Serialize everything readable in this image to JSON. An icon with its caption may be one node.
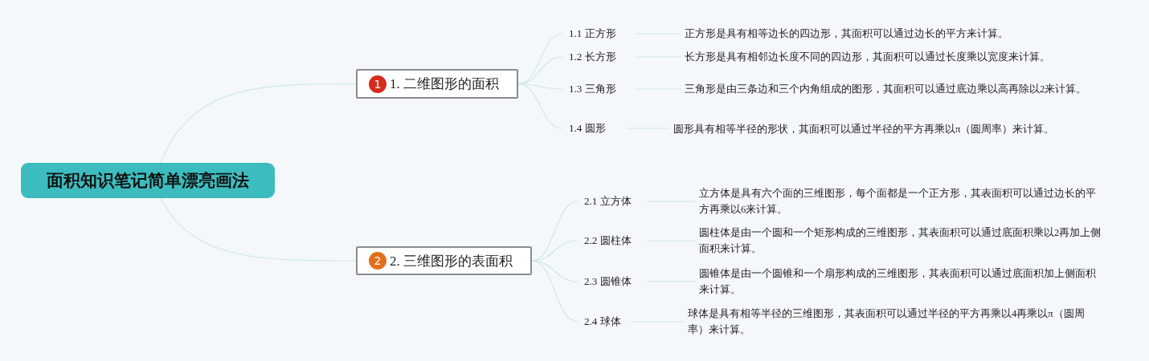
{
  "diagram": {
    "nodes": [
      {
        "text": [
          "面积知识笔记简单漂亮画法"
        ]
      },
      {
        "text": [
          "1",
          "1. 二维图形的面积"
        ]
      },
      {
        "text": [
          "1.1 正方形"
        ]
      },
      {
        "text": [
          "正方形是具有相等边长的四边形，其面积可以通过边长的平方来计算。"
        ]
      },
      {
        "text": [
          "1.2 长方形"
        ]
      },
      {
        "text": [
          "长方形是具有相邻边长度不同的四边形，其面积可以通过长度乘以宽度来计算。"
        ]
      },
      {
        "text": [
          "1.3 三角形"
        ]
      },
      {
        "text": [
          "三角形是由三条边和三个内角组成的图形，其面积可以通过底边乘以高再除以2来计算。"
        ]
      },
      {
        "text": [
          "1.4 圆形"
        ]
      },
      {
        "text": [
          "圆形具有相等半径的形状，其面积可以通过半径的平方再乘以π（圆周率）来计算。"
        ]
      },
      {
        "text": [
          "2",
          "2. 三维图形的表面积"
        ]
      },
      {
        "text": [
          "2.1 立方体"
        ]
      },
      {
        "text": [
          "立方体是具有六个面的三维图形，每个面都是一个正方形，其表面积可以通过边长的平方再乘以6来计算。"
        ]
      },
      {
        "text": [
          "2.2 圆柱体"
        ]
      },
      {
        "text": [
          "圆柱体是由一个圆和一个矩形构成的三维图形，其表面积可以通过底面积乘以2再加上侧面积来计算。"
        ]
      },
      {
        "text": [
          "2.3 圆锥体"
        ]
      },
      {
        "text": [
          "圆锥体是由一个圆锥和一个扇形构成的三维图形，其表面积可以通过底面积加上侧面积来计算。"
        ]
      },
      {
        "text": [
          "2.4 球体"
        ]
      },
      {
        "text": [
          "球体是具有相等半径的三维图形，其表面积可以通过半径的平方再乘以4再乘以π（圆周率）来计算。"
        ]
      }
    ],
    "edges": [
      {
        "from": 0,
        "to": 1,
        "arrow": "none"
      },
      {
        "from": 0,
        "to": 10,
        "arrow": "none"
      },
      {
        "from": 1,
        "to": 2,
        "arrow": "none"
      },
      {
        "from": 1,
        "to": 4,
        "arrow": "none"
      },
      {
        "from": 1,
        "to": 6,
        "arrow": "none"
      },
      {
        "from": 1,
        "to": 8,
        "arrow": "none"
      },
      {
        "from": 2,
        "to": 3,
        "arrow": "none"
      },
      {
        "from": 4,
        "to": 5,
        "arrow": "none"
      },
      {
        "from": 6,
        "to": 7,
        "arrow": "none"
      },
      {
        "from": 8,
        "to": 9,
        "arrow": "none"
      },
      {
        "from": 10,
        "to": 11,
        "arrow": "none"
      },
      {
        "from": 10,
        "to": 13,
        "arrow": "none"
      },
      {
        "from": 10,
        "to": 15,
        "arrow": "none"
      },
      {
        "from": 10,
        "to": 17,
        "arrow": "none"
      },
      {
        "from": 11,
        "to": 12,
        "arrow": "none"
      },
      {
        "from": 13,
        "to": 14,
        "arrow": "none"
      },
      {
        "from": 15,
        "to": 16,
        "arrow": "none"
      },
      {
        "from": 17,
        "to": 18,
        "arrow": "none"
      }
    ]
  }
}
